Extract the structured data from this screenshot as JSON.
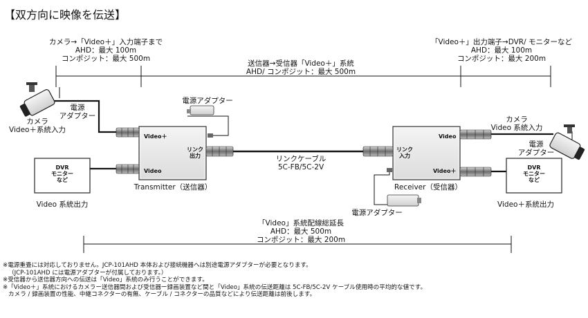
{
  "title": "【双方向に映像を伝送】",
  "left_range": {
    "line1": "カメラ→「Video＋」入力端子まで",
    "line2": "AHD：最大 100m",
    "line3": "コンポジット：最大 500m"
  },
  "center_range": {
    "line1": "送信器→受信器「Video＋」系統",
    "line2": "AHD/ コンポジット：最大 500m"
  },
  "right_range": {
    "line1": "「Video＋」出力端子→DVR/ モニターなど",
    "line2": "AHD：最大 100m",
    "line3": "コンポジット：最大 200m"
  },
  "left_camera": {
    "adapter_label1": "電源",
    "adapter_label2": "アダプター",
    "label1": "カメラ",
    "label2": "Video＋系統入力"
  },
  "left_dvr": {
    "line1": "DVR",
    "line2": "モニター",
    "line3": "など",
    "caption": "Video 系統出力"
  },
  "transmitter": {
    "port_top": "Video＋",
    "port_bottom": "Video",
    "link_label1": "リンク",
    "link_label2": "出力",
    "caption": "Transmitter（送信器）",
    "adapter_label": "電源アダプター"
  },
  "link_cable": {
    "line1": "リンクケーブル",
    "line2": "5C-FB/5C-2V"
  },
  "receiver": {
    "port_top": "Video",
    "port_bottom": "Video＋",
    "link_label1": "リンク",
    "link_label2": "入力",
    "caption": "Receiver（受信器）",
    "adapter_label": "電源アダプター"
  },
  "right_camera": {
    "label1": "カメラ",
    "label2": "Video 系統入力",
    "adapter_label1": "電源",
    "adapter_label2": "アダプター"
  },
  "right_dvr": {
    "line1": "DVR",
    "line2": "モニター",
    "line3": "など",
    "caption": "Video＋系統出力"
  },
  "bottom_range": {
    "line1": "「Video」系統配線総延長",
    "line2": "AHD：最大 500m",
    "line3": "コンポジット：最大 200m"
  },
  "notes": [
    "※電源重畳には対応しておりません。JCP-101AHD 本体および接続機器へは別途電源アダプターが必要となります。",
    "（JCP-101AHD には電源アダプターが付属しております。）",
    "※受信器から送信器方向への伝送は「Video」系統のみ行うことができます。",
    "※「Video＋」系統におけるカメラー送信器間および受信器ー録画装置など間と「Video」系統の伝送距離は 5C-FB/5C-2V ケーブル使用時の平均的な値です。",
    "カメラ / 録画装置の性能、中継コネクターの有無、ケーブル / コネクターの品質などにより伝送距離は前後します。"
  ],
  "colors": {
    "line": "#111111",
    "device_fill": "#ebebeb",
    "connector": "#7a7a7a"
  }
}
